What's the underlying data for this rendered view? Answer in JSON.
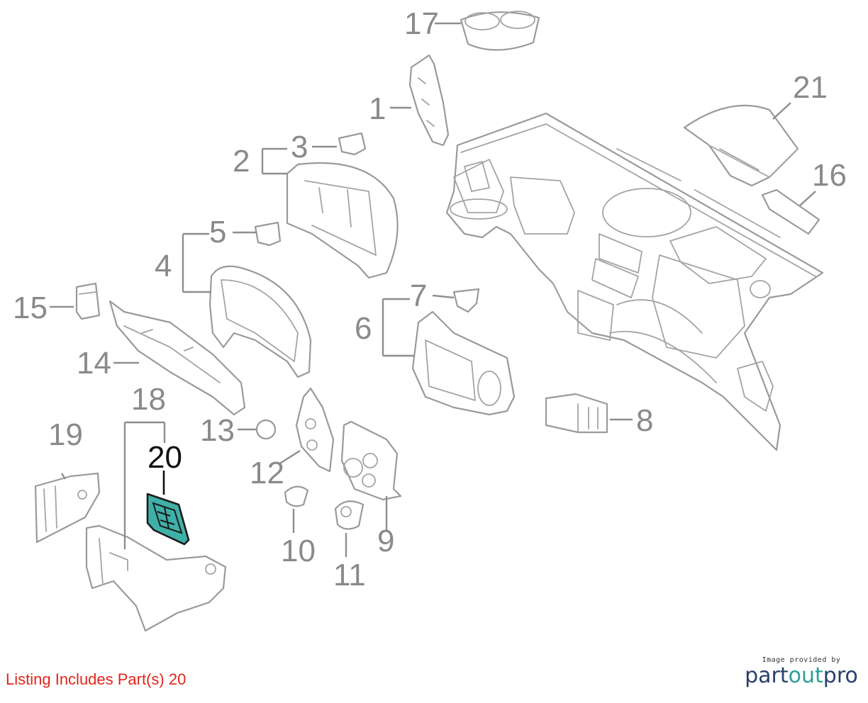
{
  "callouts": [
    "1",
    "2",
    "3",
    "4",
    "5",
    "6",
    "7",
    "8",
    "9",
    "10",
    "11",
    "12",
    "13",
    "14",
    "15",
    "16",
    "17",
    "18",
    "19",
    "20",
    "21"
  ],
  "highlighted_part": "20",
  "listing_note": "Listing Includes Part(s) 20",
  "credit": {
    "caption": "Image provided by",
    "logo_part1": "part",
    "logo_part2": "out",
    "logo_part3": "pro"
  },
  "colors": {
    "line_art": "#9a9a9a",
    "highlight_fill": "#3fb0a7",
    "note_text": "#e0261b",
    "logo_primary": "#2a3e6e",
    "logo_accent": "#2aa198"
  }
}
